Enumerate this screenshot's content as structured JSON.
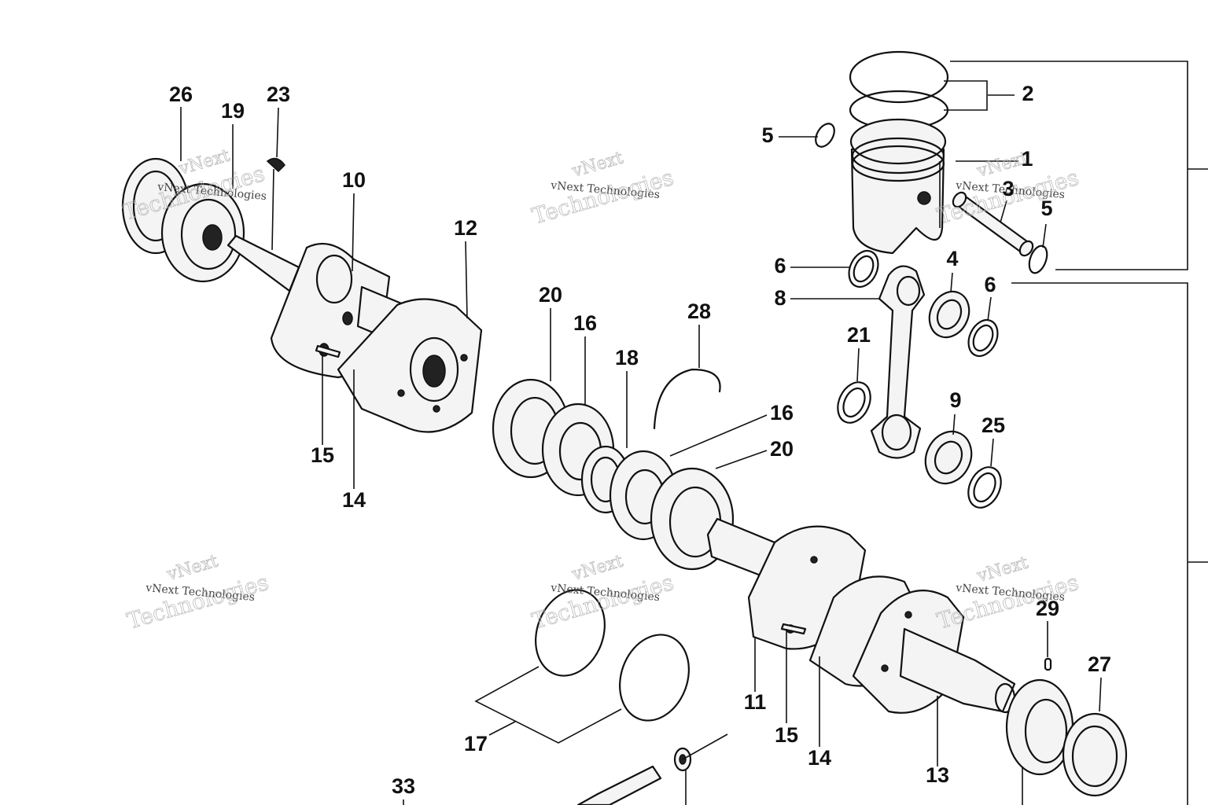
{
  "watermark": {
    "brand": "vNext",
    "company_line": "vNext Technologies",
    "large_line": "Technologies"
  },
  "callouts": {
    "c1": "1",
    "c2": "2",
    "c3": "3",
    "c4": "4",
    "c5a": "5",
    "c5b": "5",
    "c6a": "6",
    "c6b": "6",
    "c8": "8",
    "c9": "9",
    "c10": "10",
    "c11": "11",
    "c12": "12",
    "c13": "13",
    "c14a": "14",
    "c14b": "14",
    "c15a": "15",
    "c15b": "15",
    "c16a": "16",
    "c16b": "16",
    "c17": "17",
    "c18": "18",
    "c19": "19",
    "c20a": "20",
    "c20b": "20",
    "c21": "21",
    "c23": "23",
    "c25": "25",
    "c26": "26",
    "c27": "27",
    "c28": "28",
    "c29": "29",
    "c33": "33"
  }
}
